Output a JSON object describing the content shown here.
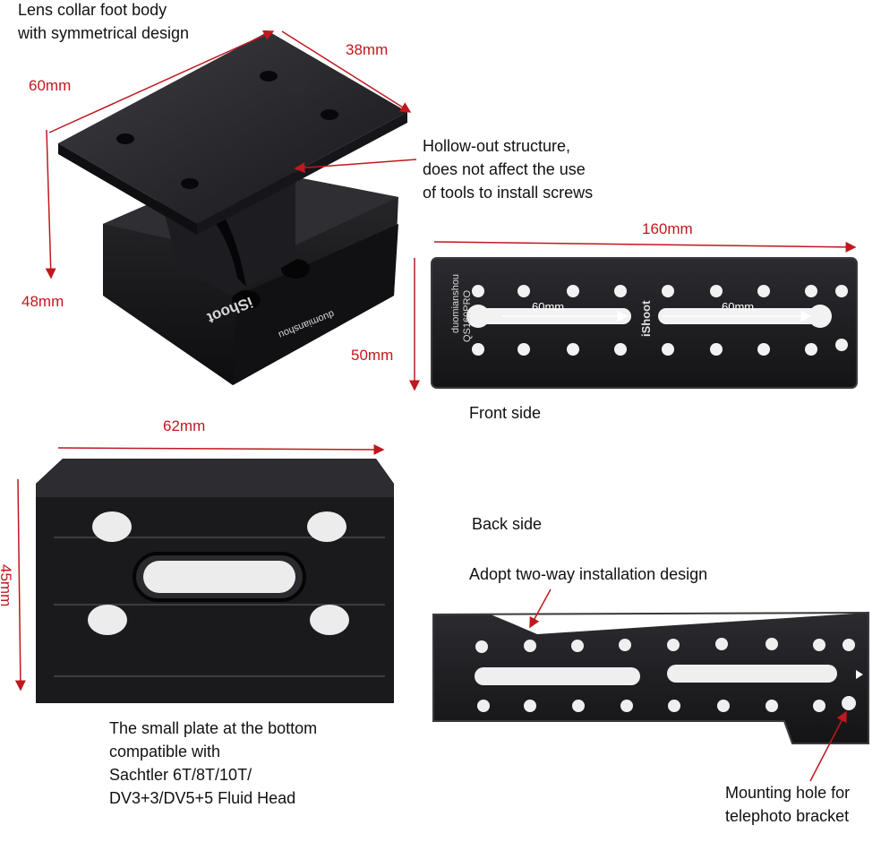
{
  "captions": {
    "foot_body": [
      "Lens collar foot body",
      "with symmetrical design"
    ],
    "hollow": [
      "Hollow-out structure,",
      "does not affect the use",
      "of tools to install screws"
    ],
    "front_side": "Front side",
    "back_side": "Back side",
    "two_way": "Adopt two-way installation design",
    "small_plate": [
      "The small plate at the bottom",
      "compatible with",
      "Sachtler 6T/8T/10T/",
      "DV3+3/DV5+5 Fluid Head"
    ],
    "mounting_hole": [
      "Mounting hole for",
      "telephoto bracket"
    ]
  },
  "dimensions": {
    "foot_width": "60mm",
    "foot_depth": "38mm",
    "foot_height": "48mm",
    "plate_length": "160mm",
    "plate_height": "50mm",
    "slot_left": "60mm",
    "slot_right": "60mm",
    "small_plate_width": "62mm",
    "small_plate_height": "45mm"
  },
  "engravings": {
    "brand": "iShoot",
    "maker": "duomianshou",
    "model": "QS160PRO"
  },
  "colors": {
    "dimension": "#c0181e",
    "metal": "#1c1c1e",
    "metal_edge": "#3a3a3e"
  }
}
